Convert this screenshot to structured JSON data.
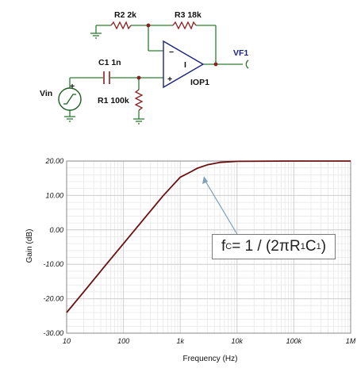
{
  "schematic": {
    "r2_label": "R2 2k",
    "r3_label": "R3 18k",
    "c1_label": "C1 1n",
    "r1_label": "R1 100k",
    "vin_label": "Vin",
    "output_label": "VF1",
    "opamp_label": "IOP1",
    "opamp_symbol": "I",
    "plus_sign": "+",
    "minus_sign": "−"
  },
  "annotation": {
    "f": "f",
    "f_sub": "C",
    "mid": " = 1 / (2πR",
    "r_sub": "1",
    "c": "C",
    "c_sub": "1",
    "close": ")"
  },
  "chart_data": {
    "type": "line",
    "title": "",
    "xlabel": "Frequency (Hz)",
    "ylabel": "Gain (dB)",
    "xscale": "log",
    "xlim": [
      10,
      1000000
    ],
    "ylim": [
      -30,
      20
    ],
    "xtick_values": [
      10,
      100,
      1000,
      10000,
      100000,
      1000000
    ],
    "xtick_labels": [
      "10",
      "100",
      "1k",
      "10k",
      "100k",
      "1M"
    ],
    "ytick_values": [
      20,
      10,
      0,
      -10,
      -20,
      -30
    ],
    "ytick_labels": [
      "20.00",
      "10.00",
      "0.00",
      "-10.00",
      "-20.00",
      "-30.00"
    ],
    "grid": true,
    "series": [
      {
        "color": "#6b1010",
        "x": [
          10,
          20,
          50,
          100,
          200,
          500,
          1000,
          1591.5,
          2000,
          3000,
          5000,
          10000,
          100000,
          1000000
        ],
        "y": [
          -24.0,
          -18.0,
          -10.0,
          -4.0,
          2.0,
          9.9,
          15.3,
          17.0,
          17.9,
          18.9,
          19.6,
          19.9,
          20.0,
          20.0
        ]
      }
    ]
  }
}
